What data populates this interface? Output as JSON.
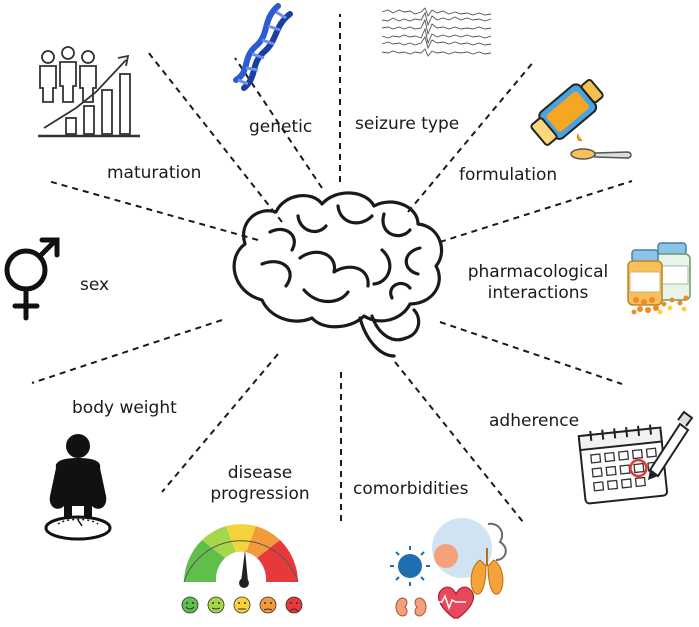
{
  "factors": {
    "genetic": "genetic",
    "seizure_type": "seizure type",
    "maturation": "maturation",
    "formulation": "formulation",
    "sex": "sex",
    "pharmacological_1": "pharmacological",
    "pharmacological_2": "interactions",
    "body_weight": "body weight",
    "adherence": "adherence",
    "disease_1": "disease",
    "disease_2": "progression",
    "comorbidities": "comorbidities"
  },
  "icons": {
    "center": "brain-icon",
    "genetic": "dna-icon",
    "seizure_type": "eeg-icon",
    "maturation": "growth-chart-icon",
    "formulation": "medicine-bottle-icon",
    "sex": "gender-symbol-icon",
    "pharmacological": "pill-bottles-icon",
    "body_weight": "person-on-scale-icon",
    "adherence": "calendar-icon",
    "disease_progression": "gauge-icon",
    "comorbidities": "organs-icon"
  },
  "colors": {
    "line": "#1a1a1a",
    "dna": "#2d5bd6",
    "bottle": "#f5a623",
    "bottle_body": "#4aa3df",
    "pills": "#f08a24",
    "gauge_red": "#e8393a",
    "gauge_orange": "#f39a3b",
    "gauge_yellow": "#f4d33c",
    "gauge_green": "#5fbf4a",
    "calendar_mark": "#e53935",
    "lung": "#f4a23a",
    "heart": "#e8495a",
    "virus": "#1f6fb0"
  }
}
